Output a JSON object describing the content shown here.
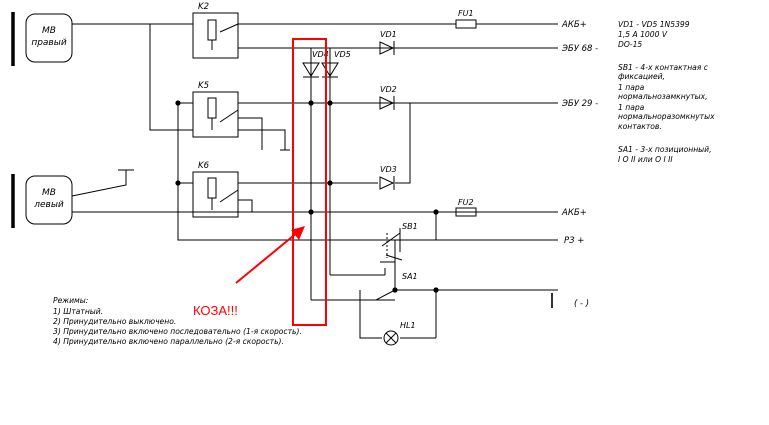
{
  "motors": {
    "right": {
      "line1": "МВ",
      "line2": "правый"
    },
    "left": {
      "line1": "МВ",
      "line2": "левый"
    }
  },
  "relays": {
    "k2": "K2",
    "k5": "K5",
    "k6": "K6"
  },
  "diodes": {
    "vd1": "VD1",
    "vd2": "VD2",
    "vd3": "VD3",
    "vd4": "VD4",
    "vd5": "VD5"
  },
  "fuses": {
    "fu1": "FU1",
    "fu2": "FU2"
  },
  "switches": {
    "sb1": "SB1",
    "sa1": "SA1"
  },
  "lamp": {
    "hl1": "HL1"
  },
  "terminals": {
    "akb_top": "АКБ+",
    "ecu68": "ЭБУ 68 -",
    "ecu29": "ЭБУ 29 -",
    "akb_mid": "АКБ+",
    "rz": "РЗ +",
    "ground": "( - )"
  },
  "notes": {
    "diodes": [
      "VD1 - VD5  1N5399",
      "1,5 A  1000 V",
      "DO-15"
    ],
    "sb1": [
      "SB1 - 4-х контактная с",
      "фиксацией,",
      "1 пара",
      "нормальнозамкнутых,",
      "1 пара",
      "нормальноразомкнутых",
      "контактов."
    ],
    "sa1": [
      "SA1 - 3-х позиционный,",
      "I  O  II или  O  I  II"
    ]
  },
  "modes": {
    "title": "Режимы:",
    "items": [
      "1)  Штатный.",
      "2)  Принудительно  выключено.",
      "3)  Принудительно  включено  последовательно  (1-я  скорость).",
      "4)  Принудительно  включено  параллельно  (2-я  скорость)."
    ]
  },
  "annotation": {
    "text": "КОЗА!!!",
    "color": "#ff0000"
  }
}
